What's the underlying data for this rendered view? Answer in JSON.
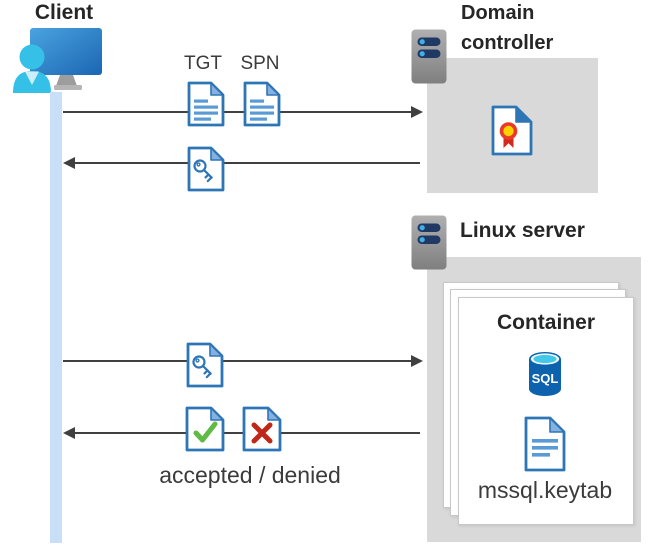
{
  "client": {
    "label": "Client"
  },
  "domain_controller": {
    "label": "Domain controller"
  },
  "linux_server": {
    "label": "Linux server"
  },
  "container": {
    "label": "Container",
    "sql_badge": "SQL",
    "keytab_file": "mssql.keytab"
  },
  "messages": {
    "tgt": "TGT",
    "spn": "SPN",
    "accepted_denied": "accepted / denied"
  },
  "icons": {
    "client": "user-monitor-icon",
    "domain_controller": "server-icon",
    "linux_server": "server-icon",
    "ticket_documents": "document-icon",
    "session_key": "key-document-icon",
    "certificate": "certificate-document-icon",
    "sql_database": "sql-database-icon",
    "accepted": "check-document-icon",
    "denied": "x-document-icon"
  },
  "colors": {
    "arrow": "#404040",
    "box_gray": "#d9d9d9",
    "lifeline_blue": "#c9def7",
    "card_border": "#c8c8c8",
    "doc_border": "#2e75b6",
    "doc_fold": "#85b1e0",
    "doc_line": "#5b9bd5",
    "check_green": "#5fba46",
    "cross_red": "#bf2718",
    "cert_ring": "#e8392a",
    "cert_gold": "#ffd100",
    "cert_ribbon": "#d12b1e",
    "sql_body": "#0d62ad",
    "sql_top": "#45c8e8",
    "server_navy": "#1f3864",
    "server_dot": "#41b0e6",
    "monitor_blue_1": "#4aa3e0",
    "monitor_blue_2": "#1b66b2",
    "person_cyan": "#35c1e7",
    "person_collar": "#cdeef8",
    "stand_gray": "#9d9d9d",
    "text_dark": "#262626",
    "text_mid": "#3b3b3b"
  }
}
